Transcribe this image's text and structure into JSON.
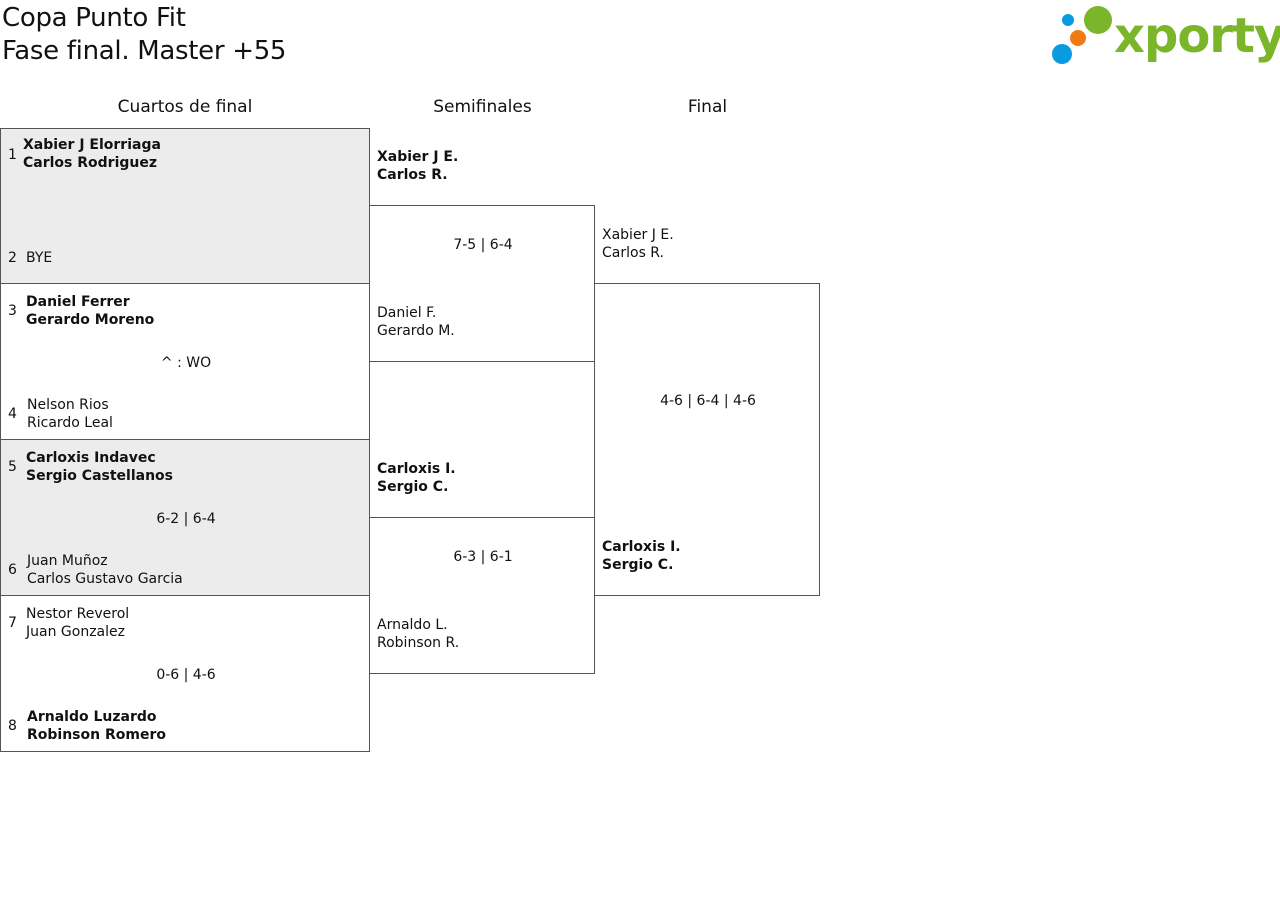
{
  "header": {
    "title": "Copa Punto Fit",
    "subtitle": "Fase final. Master +55",
    "logo_text": "xporty"
  },
  "colors": {
    "logo_green": "#7bb52a",
    "logo_blue": "#0a9ae0",
    "logo_orange": "#f07b12",
    "box_border": "#555555",
    "shaded_bg": "#ececec"
  },
  "rounds": [
    "Cuartos de final",
    "Semifinales",
    "Final"
  ],
  "quarterfinals": [
    {
      "top": {
        "seed": "1",
        "player1": "Xabier J Elorriaga",
        "player2": "Carlos Rodriguez",
        "winner": true
      },
      "bottom": {
        "seed": "2",
        "player1": "BYE",
        "player2": "",
        "winner": false
      },
      "score": ""
    },
    {
      "top": {
        "seed": "3",
        "player1": "Daniel Ferrer",
        "player2": "Gerardo Moreno",
        "winner": true
      },
      "bottom": {
        "seed": "4",
        "player1": "Nelson Rios",
        "player2": "Ricardo Leal",
        "winner": false
      },
      "score": "^ : WO"
    },
    {
      "top": {
        "seed": "5",
        "player1": "Carloxis Indavec",
        "player2": "Sergio Castellanos",
        "winner": true
      },
      "bottom": {
        "seed": "6",
        "player1": "Juan Muñoz",
        "player2": "Carlos Gustavo Garcia",
        "winner": false
      },
      "score": "6-2 | 6-4"
    },
    {
      "top": {
        "seed": "7",
        "player1": "Nestor Reverol",
        "player2": "Juan Gonzalez",
        "winner": false
      },
      "bottom": {
        "seed": "8",
        "player1": "Arnaldo Luzardo",
        "player2": "Robinson Romero",
        "winner": true
      },
      "score": "0-6 | 4-6"
    }
  ],
  "semifinals": [
    {
      "top": {
        "player1": "Xabier J E.",
        "player2": "Carlos R.",
        "winner": true
      },
      "bottom": {
        "player1": "Daniel F.",
        "player2": "Gerardo M.",
        "winner": false
      },
      "score": "7-5 | 6-4"
    },
    {
      "top": {
        "player1": "Carloxis I.",
        "player2": "Sergio C.",
        "winner": true
      },
      "bottom": {
        "player1": "Arnaldo L.",
        "player2": "Robinson R.",
        "winner": false
      },
      "score": "6-3 | 6-1"
    }
  ],
  "final": {
    "top": {
      "player1": "Xabier J E.",
      "player2": "Carlos R.",
      "winner": false
    },
    "bottom": {
      "player1": "Carloxis I.",
      "player2": "Sergio C.",
      "winner": true
    },
    "score": "4-6 | 6-4 | 4-6"
  }
}
